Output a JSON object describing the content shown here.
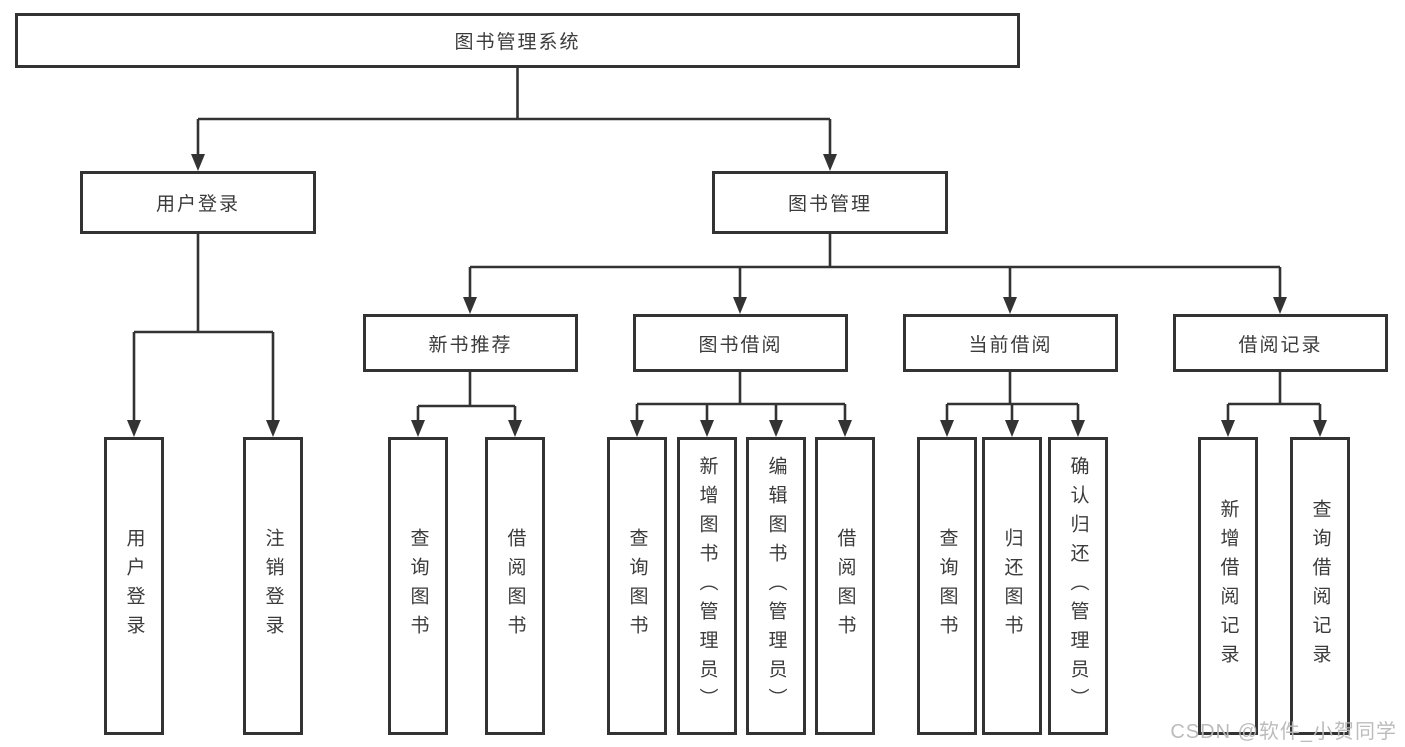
{
  "diagram": {
    "type": "function-structure-tree",
    "tree": {
      "label": "图书管理系统",
      "children": [
        {
          "label": "用户登录",
          "children": [
            {
              "label": "用户登录"
            },
            {
              "label": "注销登录"
            }
          ]
        },
        {
          "label": "图书管理",
          "children": [
            {
              "label": "新书推荐",
              "children": [
                {
                  "label": "查询图书"
                },
                {
                  "label": "借阅图书"
                }
              ]
            },
            {
              "label": "图书借阅",
              "children": [
                {
                  "label": "查询图书"
                },
                {
                  "label": "新增图书（管理员）"
                },
                {
                  "label": "编辑图书（管理员）"
                },
                {
                  "label": "借阅图书"
                }
              ]
            },
            {
              "label": "当前借阅",
              "children": [
                {
                  "label": "查询图书"
                },
                {
                  "label": "归还图书"
                },
                {
                  "label": "确认归还（管理员）"
                }
              ]
            },
            {
              "label": "借阅记录",
              "children": [
                {
                  "label": "新增借阅记录"
                },
                {
                  "label": "查询借阅记录"
                }
              ]
            }
          ]
        }
      ]
    },
    "colors": {
      "line": "#333333",
      "box_border": "#333333",
      "box_fill": "#ffffff",
      "text": "#3b3b3b",
      "watermark": "#b8b8b8"
    }
  },
  "watermark": {
    "text": "CSDN @软件_小贺同学"
  }
}
